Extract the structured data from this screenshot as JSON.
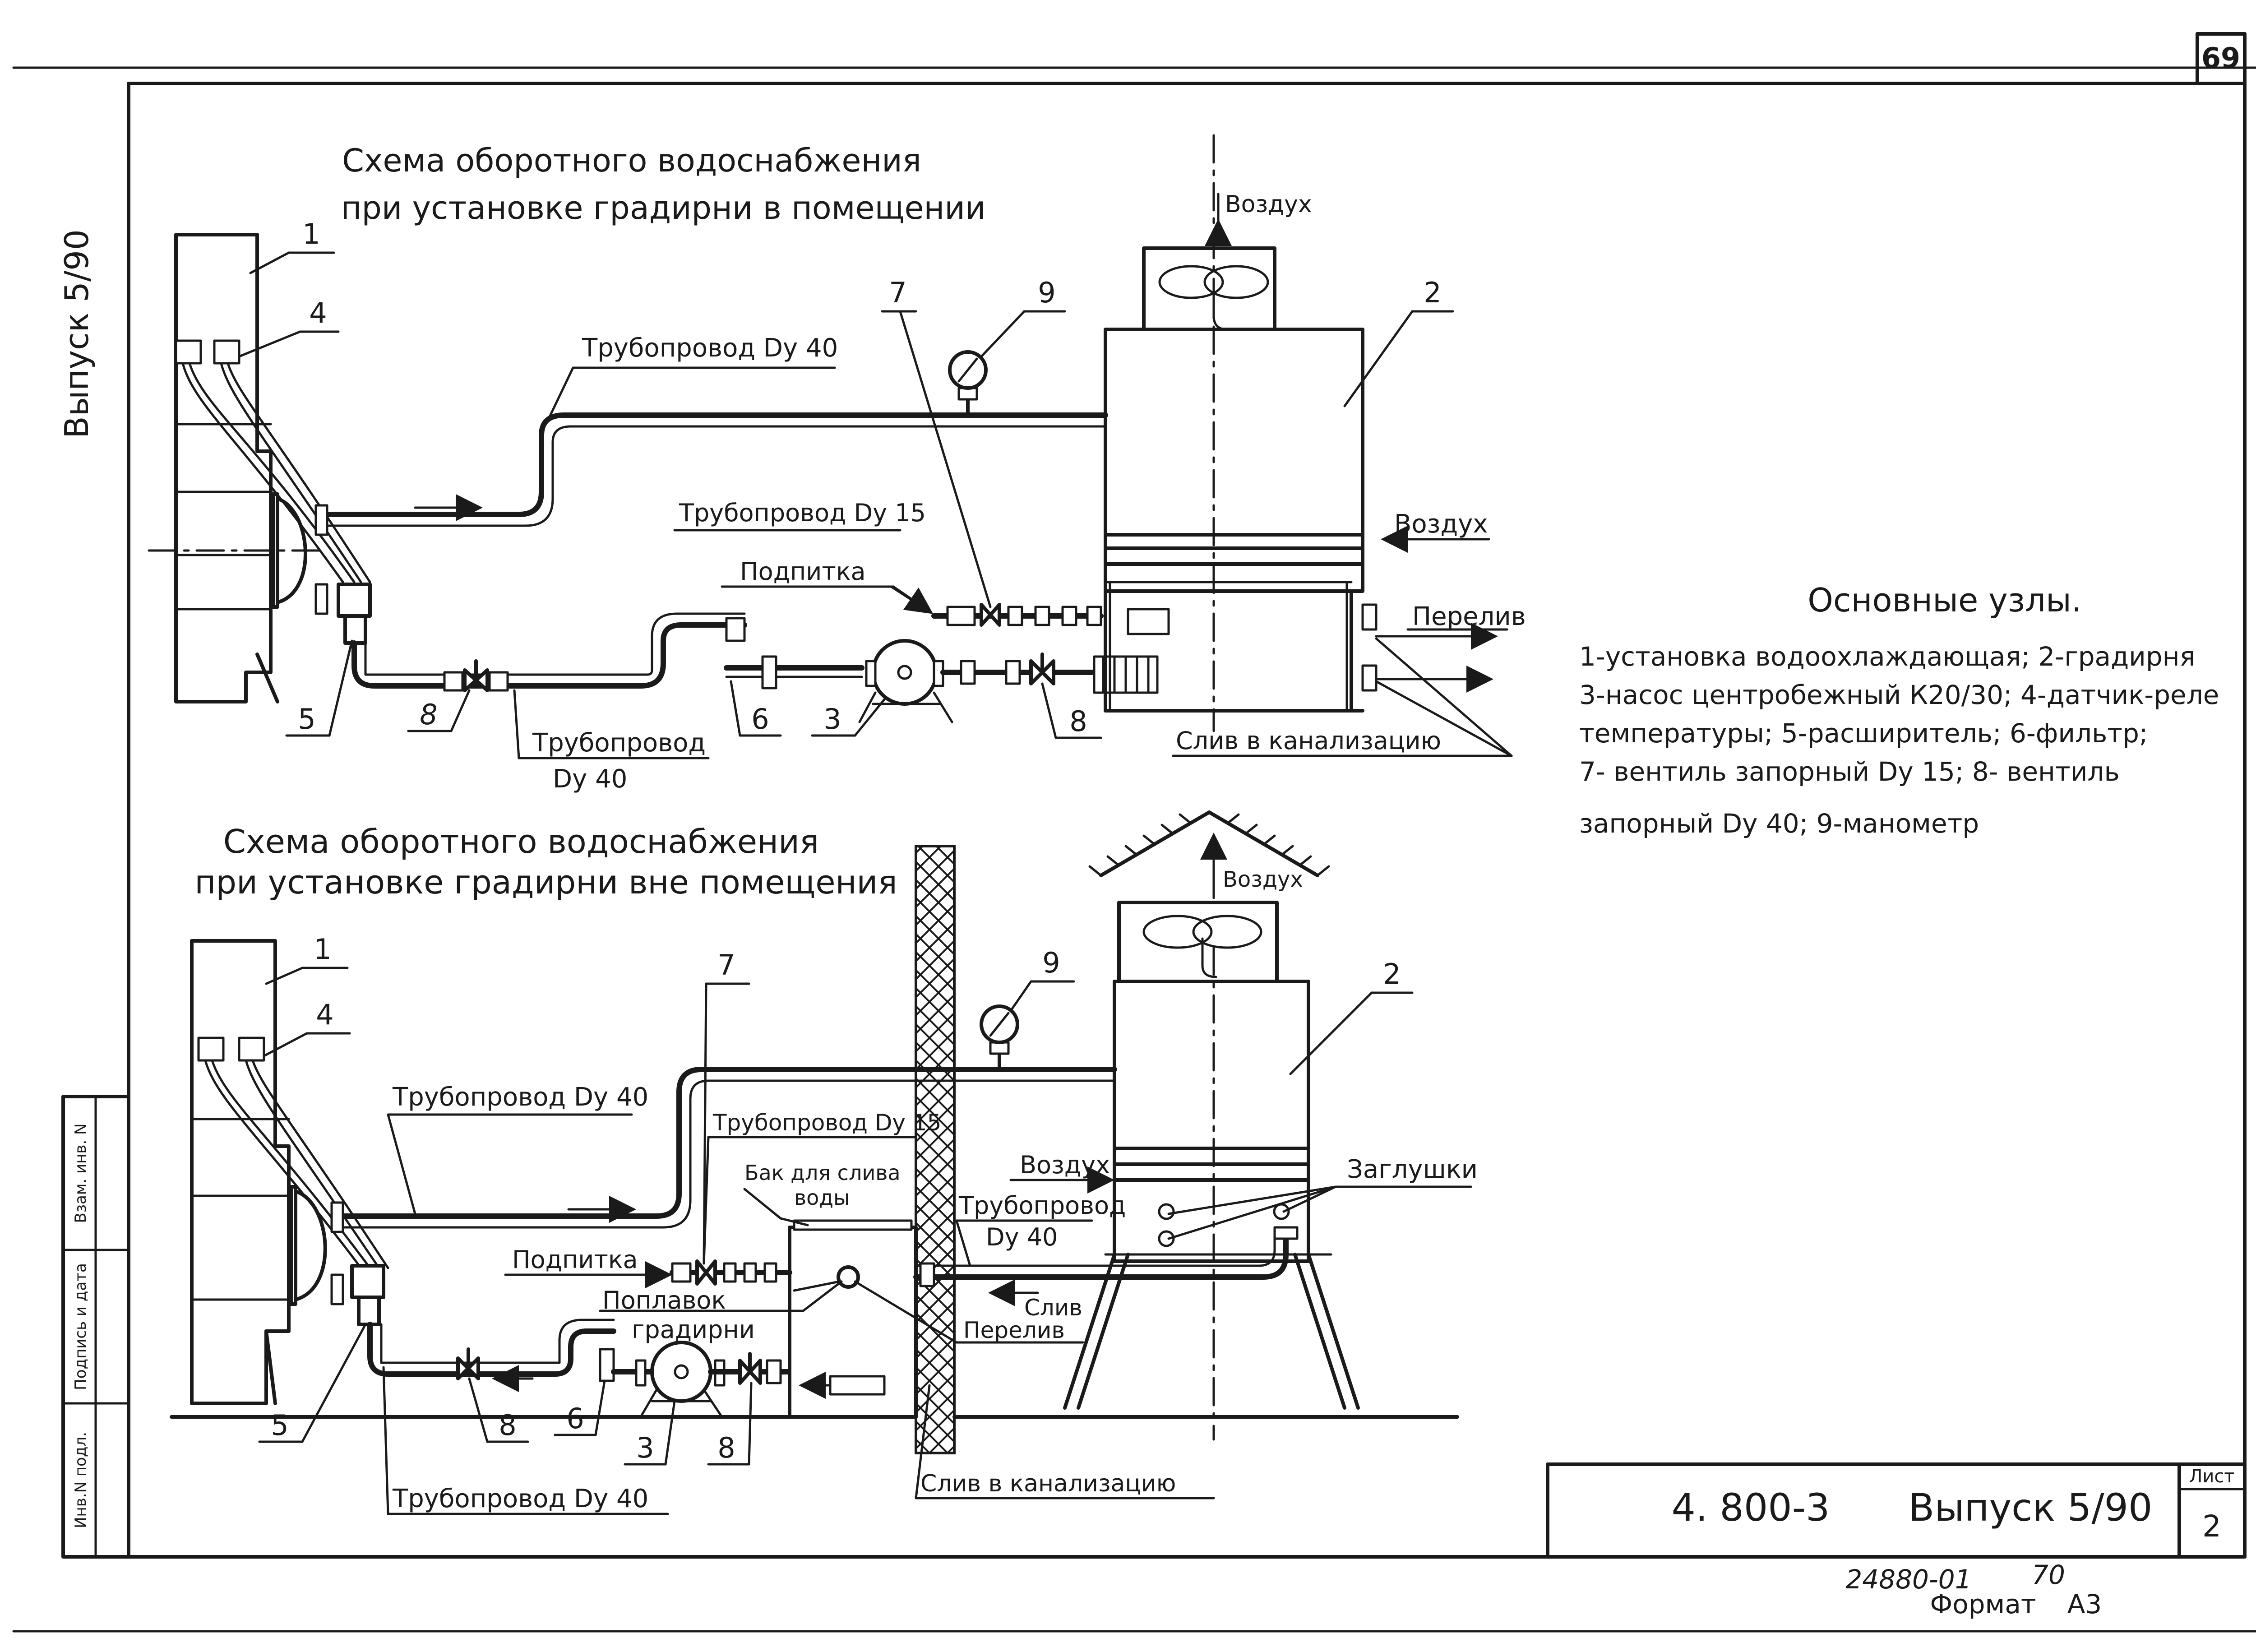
{
  "sheet": {
    "page_number": "69",
    "side_label": "Выпуск 5/90",
    "stamp_columns": [
      "Инв.N подл.",
      "Подпись и дата",
      "Взам. инв. N"
    ],
    "title_block": {
      "code": "4. 800-3",
      "issue": "Выпуск 5/90",
      "sheet_header": "Лист",
      "sheet_value": "2"
    },
    "footer": {
      "order_number": "24880-01",
      "order_page": "70",
      "format_label": "Формат",
      "format_value": "А3"
    }
  },
  "scheme_indoor": {
    "title_line1": "Схема оборотного водоснабжения",
    "title_line2": "при установке градирни в помещении",
    "pipe_main": "Трубопровод Dy 40",
    "pipe_small": "Трубопровод Dy 15",
    "makeup": "Подпитка",
    "pipe_return_line1": "Трубопровод",
    "pipe_return_line2": "Dy 40",
    "air_top": "Воздух",
    "air_side": "Воздух",
    "overflow": "Перелив",
    "drain": "Слив в канализацию",
    "callouts": {
      "c1": "1",
      "c2": "2",
      "c3": "3",
      "c4": "4",
      "c5": "5",
      "c6": "6",
      "c7": "7",
      "c8a": "8",
      "c8b": "8",
      "c9": "9"
    }
  },
  "scheme_outdoor": {
    "title_line1": "Схема оборотного водоснабжения",
    "title_line2": "при установке градирни вне помещения",
    "pipe_main": "Трубопровод Dy 40",
    "pipe_small": "Трубопровод Dy 15",
    "tank_line1": "Бак для слива",
    "tank_line2": "воды",
    "air_top": "Воздух",
    "air_side": "Воздух",
    "pipe_mid_line1": "Трубопровод",
    "pipe_mid_line2": "Dy 40",
    "plugs": "Заглушки",
    "makeup": "Подпитка",
    "float_line1": "Поплавок",
    "float_line2": "градирни",
    "drain_short": "Слив",
    "overflow": "Перелив",
    "drain": "Слив в канализацию",
    "pipe_bottom": "Трубопровод Dy 40",
    "callouts": {
      "c1": "1",
      "c2": "2",
      "c3": "3",
      "c4": "4",
      "c5": "5",
      "c6": "6",
      "c7": "7",
      "c8a": "8",
      "c8b": "8",
      "c9": "9"
    }
  },
  "legend": {
    "title": "Основные узлы.",
    "line1": "1-установка водоохлаждающая; 2-градирня",
    "line2": "3-насос центробежный К20/30; 4-датчик-реле",
    "line3": "температуры; 5-расширитель; 6-фильтр;",
    "line4": "7- вентиль запорный Dy 15; 8- вентиль",
    "line5": "запорный Dy 40; 9-манометр"
  }
}
